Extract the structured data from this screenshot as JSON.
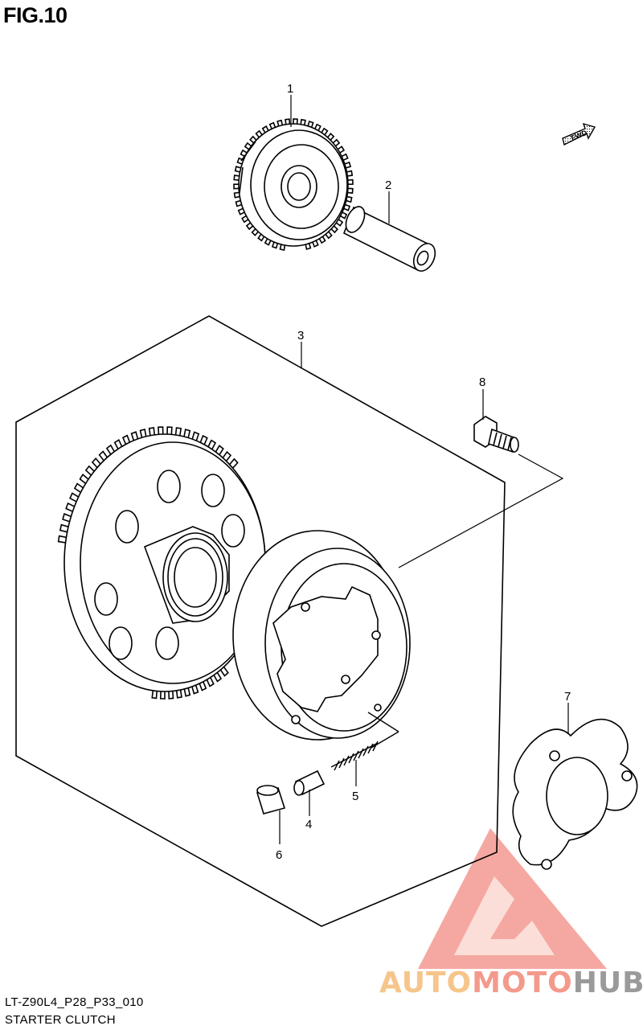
{
  "figure": {
    "title": "FIG.10",
    "code": "LT-Z90L4_P28_P33_010",
    "name": "STARTER CLUTCH"
  },
  "fwd_badge": "FWD",
  "callouts": [
    "1",
    "2",
    "3",
    "4",
    "5",
    "6",
    "7",
    "8"
  ],
  "watermark": {
    "part1": "AUTO",
    "part2": "MOTO",
    "part3": "HUB",
    "colors": {
      "auto": "#f6c58a",
      "moto": "#f39a8c",
      "hub": "#9a9a9a",
      "logo": "#f28b82"
    }
  }
}
